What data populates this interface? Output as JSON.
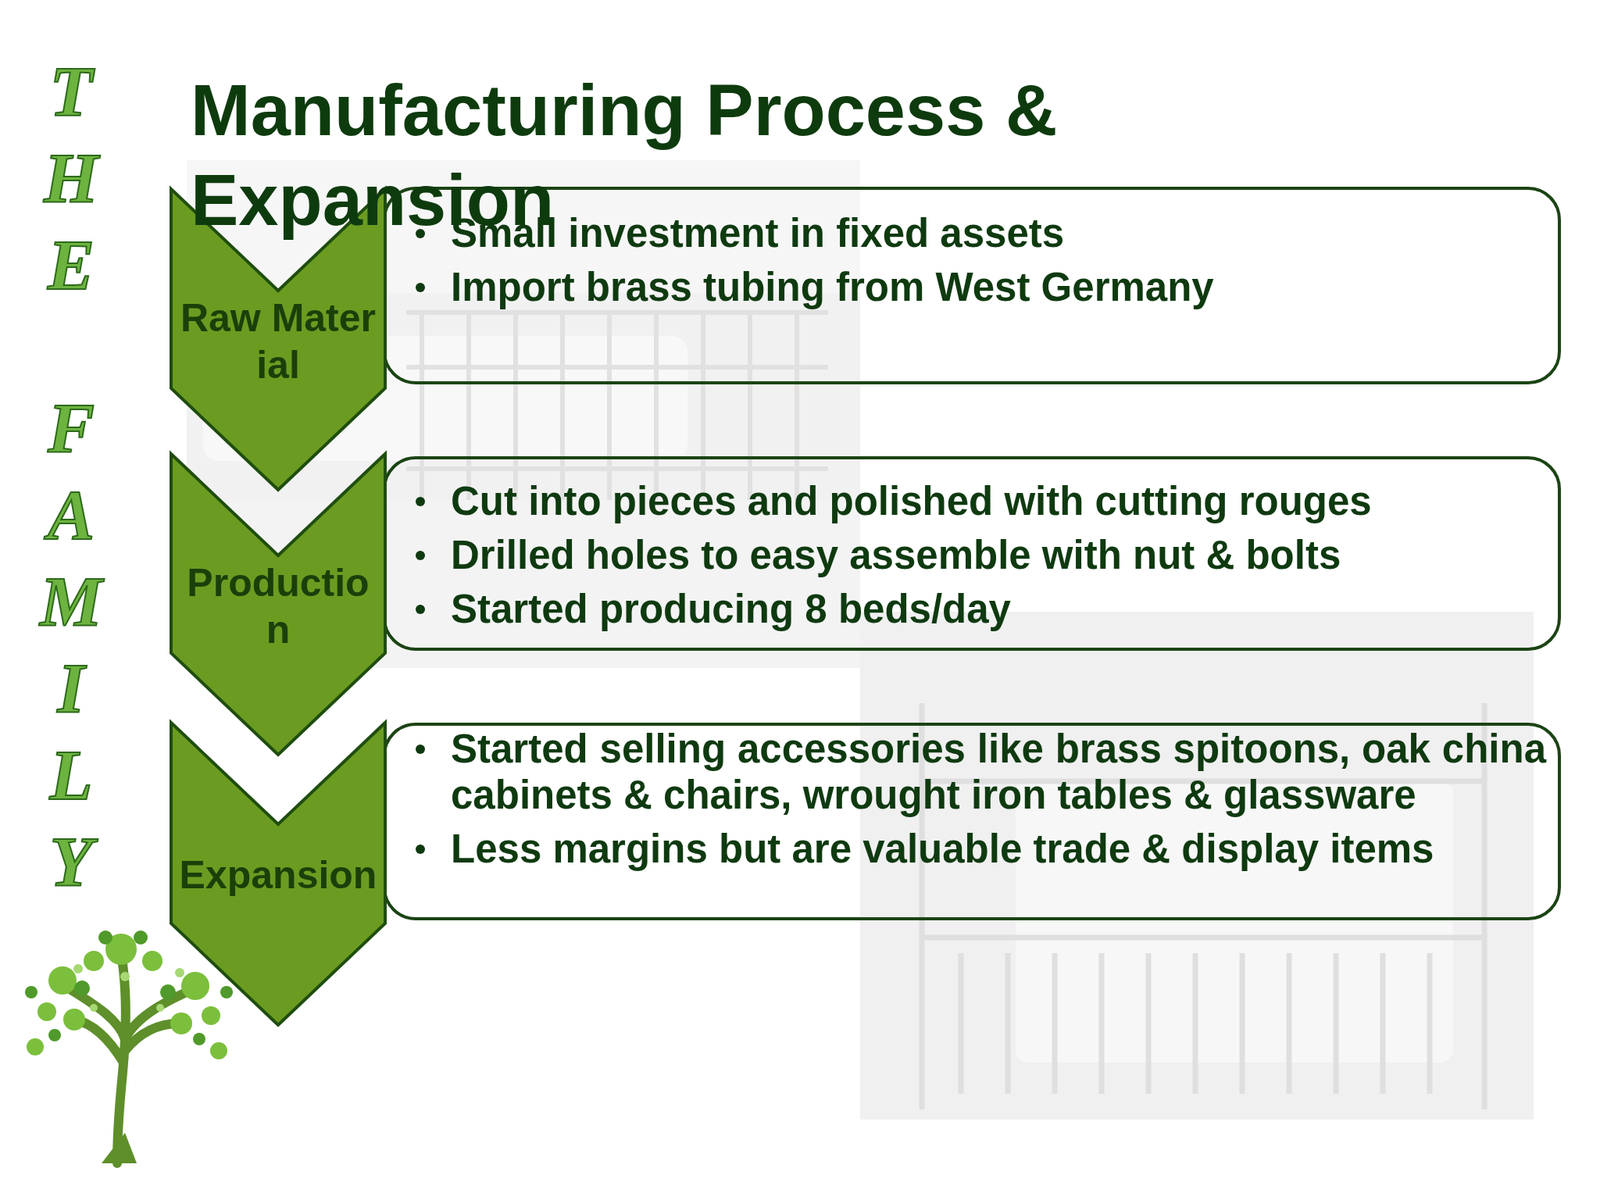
{
  "diagram": {
    "title": "Manufacturing Process & Expansion",
    "nodes": [
      {
        "text": [
          "Raw Material"
        ]
      },
      {
        "text": [
          "Small investment in fixed assets",
          "Import brass tubing from West Germany"
        ]
      },
      {
        "text": [
          "Production"
        ]
      },
      {
        "text": [
          "Cut into pieces and polished with cutting rouges",
          "Drilled holes to easy assemble with nut & bolts",
          "Started producing 8 beds/day"
        ]
      },
      {
        "text": [
          "Expansion"
        ]
      },
      {
        "text": [
          "Started selling accessories like brass spitoons, oak china cabinets & chairs, wrought iron tables & glassware",
          "Less margins but are valuable trade & display items"
        ]
      }
    ],
    "labels": [
      "THE",
      "FAMILY"
    ]
  }
}
